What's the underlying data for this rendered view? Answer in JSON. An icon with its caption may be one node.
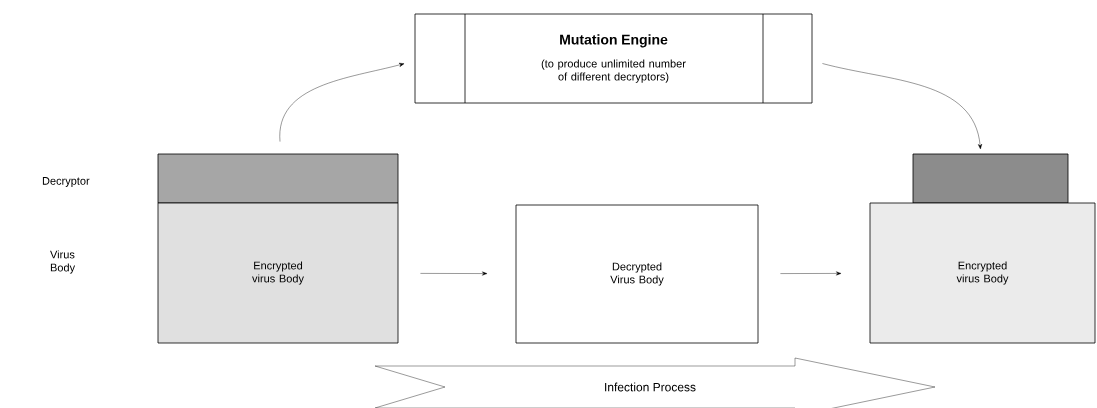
{
  "diagram": {
    "nodes": [
      {
        "text": [
          "Mutation Engine",
          "(to produce unlimited number of different decryptors)"
        ]
      },
      {
        "text": [],
        "shape": "box"
      },
      {
        "text": [
          "Encrypted virus Body"
        ]
      },
      {
        "text": [
          "Decrypted Virus Body"
        ]
      },
      {
        "text": [],
        "shape": "box"
      },
      {
        "text": [
          "Encrypted virus Body"
        ]
      },
      {
        "text": [
          "Infection Process"
        ]
      }
    ],
    "edges": [
      {
        "from": 1,
        "to": 0,
        "arrow": "to"
      },
      {
        "from": 0,
        "to": 4,
        "arrow": "to"
      },
      {
        "from": 2,
        "to": 3,
        "arrow": "to"
      },
      {
        "from": 3,
        "to": 5,
        "arrow": "to"
      }
    ],
    "labels": [
      "Decryptor",
      "Virus Body"
    ]
  }
}
